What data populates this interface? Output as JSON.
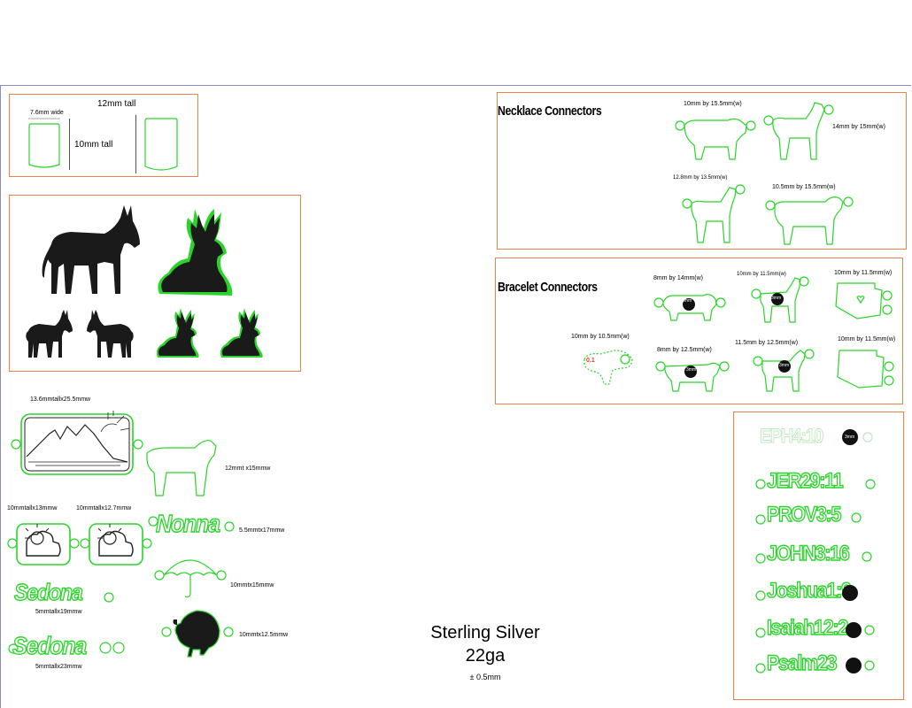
{
  "tag_box": {
    "title": "12mm tall",
    "width_label": "7.6mm wide",
    "height_label": "10mm tall"
  },
  "necklace": {
    "title": "Necklace Connectors",
    "sizes": [
      "10mm by 15.5mm(w)",
      "14mm by 15mm(w)",
      "12.8mm by 13.5mm(w)",
      "10.5mm by 15.5mm(w)"
    ]
  },
  "bracelet": {
    "title": "Bracelet Connectors",
    "sizes": [
      "8mm by 14mm(w)",
      "10mm by 11.5mm(w)",
      "10mm by 11.5mm(w)",
      "10mm by 10.5mm(w)",
      "8mm by 12.5mm(w)",
      "11.5mm by 12.5mm(w)",
      "10mm by 11.5mm(w)"
    ],
    "marker": "0.1",
    "inner_labels": [
      "3mm",
      "3mm",
      "3mm",
      "3mm"
    ]
  },
  "charms": {
    "mountain_size": "13.6mmtallx25.5mmw",
    "cow_size": "12mmt x15mmw",
    "sun1_size": "10mmtallx13mmw",
    "sun2_size": "10mmtallx12.7mmw",
    "nonna_text": "Nonna",
    "nonna_size": "5.5mmtx17mmw",
    "umbrella_size": "10mmtx15mmw",
    "sedona_text": "Sedona",
    "sedona1_size": "5mmtallx19mmw",
    "sedona2_size": "5mmtallx23mmw",
    "turkey_size": "10mmtx12.5mmw"
  },
  "verses": {
    "items": [
      "EPH4:10",
      "JER29:11",
      "PROV3:5",
      "JOHN3:16",
      "Joshua1:9",
      "Isaiah12:2",
      "Psalm23"
    ],
    "dot_label": "3mm"
  },
  "material": {
    "line1": "Sterling Silver",
    "line2": "22ga",
    "tolerance": "± 0.5mm"
  },
  "colors": {
    "outline_green": "#2bd42b",
    "frame_orange": "#e8834a",
    "sheet_border": "#8a8fc0"
  }
}
